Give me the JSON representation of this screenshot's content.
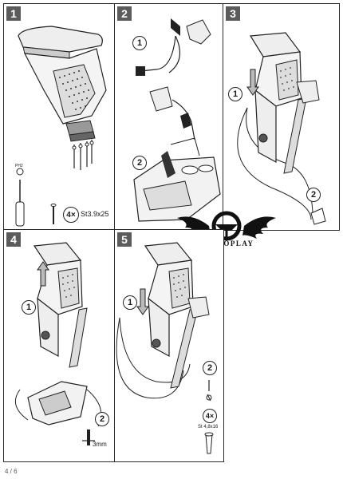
{
  "panels": [
    {
      "number": "1",
      "screw_count": "4×",
      "screw_spec": "St3.9x25",
      "tool_label": "PH2"
    },
    {
      "number": "2",
      "callouts": [
        "1",
        "2"
      ]
    },
    {
      "number": "3",
      "callouts": [
        "1",
        "2"
      ]
    },
    {
      "number": "4",
      "callouts": [
        "1",
        "2"
      ],
      "drill_label": "3mm"
    },
    {
      "number": "5",
      "callouts": [
        "1",
        "2"
      ],
      "screw_count": "4×",
      "screw_spec": "St 4,8x16"
    }
  ],
  "logo": {
    "text": "AUTOPLAY"
  },
  "page": {
    "number": "4 / 6"
  }
}
